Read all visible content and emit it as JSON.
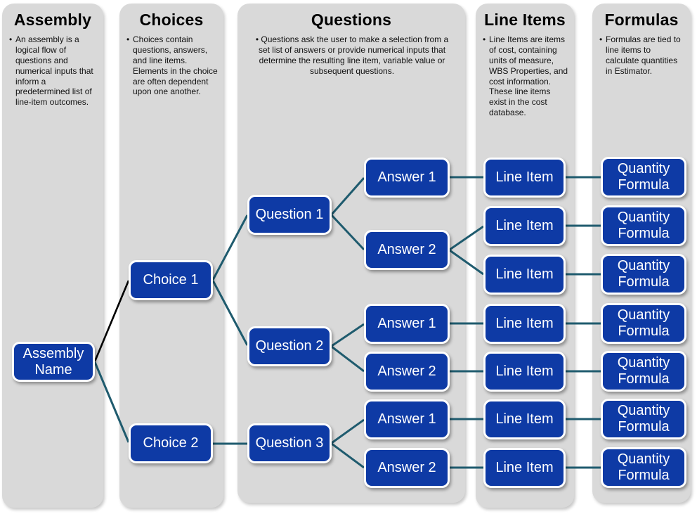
{
  "columns": [
    {
      "title": "Assembly",
      "bullet": "An assembly is a logical flow of questions and numerical inputs that inform a predetermined list of line-item outcomes."
    },
    {
      "title": "Choices",
      "bullet": "Choices contain questions, answers, and line items. Elements in the choice are often dependent upon one another."
    },
    {
      "title": "Questions",
      "bullet": "Questions ask the user to make a selection from a set list of answers or provide numerical inputs that determine the resulting line item, variable value or subsequent questions."
    },
    {
      "title": "Line Items",
      "bullet": "Line Items are items of cost, containing units of measure, WBS Properties, and cost information. These line items exist in the cost database."
    },
    {
      "title": "Formulas",
      "bullet": "Formulas are tied to line items to calculate quantities in Estimator."
    }
  ],
  "nodes": {
    "assembly": "Assembly Name",
    "choices": [
      "Choice 1",
      "Choice 2"
    ],
    "questions": [
      "Question 1",
      "Question 2",
      "Question 3"
    ],
    "answers": [
      "Answer 1",
      "Answer 2",
      "Answer 1",
      "Answer 2",
      "Answer 1",
      "Answer 2"
    ],
    "line_items": [
      "Line Item",
      "Line Item",
      "Line Item",
      "Line Item",
      "Line Item",
      "Line Item",
      "Line Item"
    ],
    "formulas": [
      "Quantity Formula",
      "Quantity Formula",
      "Quantity Formula",
      "Quantity Formula",
      "Quantity Formula",
      "Quantity Formula",
      "Quantity Formula"
    ]
  },
  "colors": {
    "node_blue": "#0e3aa5",
    "connector_teal": "#1f5b6e",
    "connector_black": "#000000",
    "panel_gray": "#d9d9d9"
  }
}
